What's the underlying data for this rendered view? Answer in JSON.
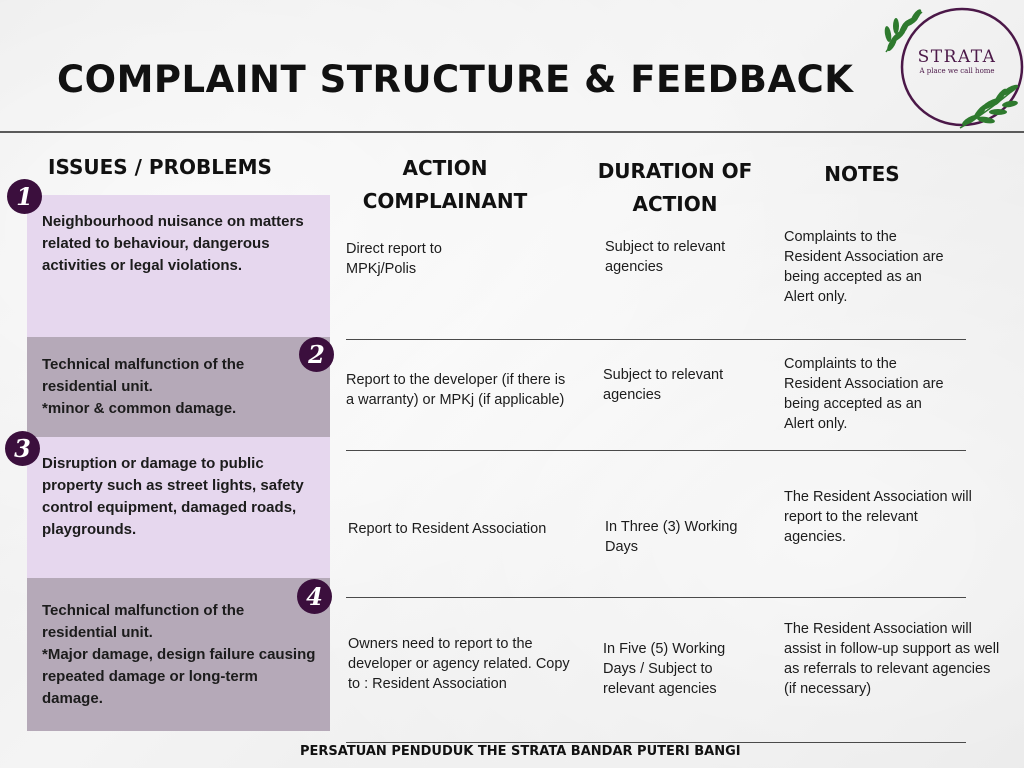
{
  "title": "COMPLAINT STRUCTURE & FEEDBACK",
  "logo": {
    "name": "STRATA",
    "tagline": "A place we call home"
  },
  "headers": {
    "issues": "ISSUES / PROBLEMS",
    "action": "ACTION COMPLAINANT",
    "duration": "DURATION OF ACTION",
    "notes": "NOTES"
  },
  "rows": [
    {
      "number": "1",
      "issue": "Neighbourhood nuisance on matters related to behaviour, dangerous activities or legal violations.",
      "action": "Direct report to MPKj/Polis",
      "duration": "Subject to relevant agencies",
      "notes": "Complaints to the Resident Association are being accepted as an Alert only."
    },
    {
      "number": "2",
      "issue": "Technical malfunction of the residential unit.\n*minor & common damage.",
      "action": "Report to the developer (if there is a warranty) or MPKj (if applicable)",
      "duration": "Subject to relevant agencies",
      "notes": "Complaints to the Resident Association are being accepted as an Alert only."
    },
    {
      "number": "3",
      "issue": "Disruption or damage to public property such as street lights, safety control equipment, damaged roads, playgrounds.",
      "action": "Report to Resident Association",
      "duration": "In Three (3) Working Days",
      "notes": "The Resident Association will report to the relevant agencies."
    },
    {
      "number": "4",
      "issue": "Technical malfunction of the residential unit.\n*Major damage, design failure causing repeated damage or long-term damage.",
      "action": "Owners need to report to the developer or agency related. Copy to : Resident Association",
      "duration": "In Five (5) Working Days / Subject to relevant agencies",
      "notes": "The Resident Association will assist in follow-up support as well as referrals to relevant agencies (if necessary)"
    }
  ],
  "footer": "PERSATUAN PENDUDUK THE STRATA BANDAR PUTERI BANGI",
  "colors": {
    "panel_light": "#e6d7ee",
    "panel_dark": "#b5a9b8",
    "badge": "#3b0f3d",
    "logo_purple": "#4b1848",
    "leaf_green": "#2e7a2e"
  }
}
